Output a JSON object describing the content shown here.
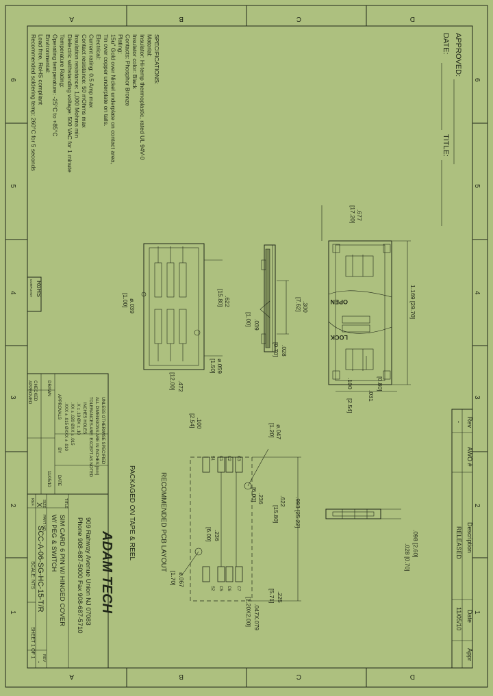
{
  "border": {
    "top_cols": [
      "A",
      "B",
      "C",
      "D"
    ],
    "bottom_cols": [
      "A",
      "B",
      "C",
      "D"
    ],
    "left_rows": [
      "6",
      "5",
      "4",
      "3",
      "2",
      "1"
    ],
    "right_rows": [
      "6",
      "5",
      "4",
      "3",
      "2",
      "1"
    ]
  },
  "approval": {
    "approved": "APPROVED:",
    "date": "DATE:",
    "title": "TITLE:"
  },
  "revision": {
    "headers": [
      "Rev",
      "AWO #",
      "Description",
      "Date",
      "Appr"
    ],
    "row": [
      "-",
      "",
      "RELEASED",
      "11/05/10",
      ""
    ]
  },
  "specs": [
    "SPECIFICATIONS:",
    "Material:",
    "Insulator: Hi-temp thermoplastic, rated UL 94V-0",
    "Insulator color: Black",
    "Contacts: Phosphor Bronze",
    "Plating:",
    "15u\" Gold over Nickel underplate on contact area,",
    "Tin over copper underplate on tails.",
    "Electrical:",
    "Current rating: 0.5 Amp max",
    "Contact resistance: 50 mOhms max",
    "Insulation resistance: 1,000 Mohms min",
    "Dielectric withstanding voltage: 500 VAC for 1 minute",
    "Temperature Rating:",
    "Operating temperature: -25°C to +85°C",
    "Environmental:",
    "Lead free, RoHS compliant",
    "Recommended soldering temp: 260°C for 5 seconds"
  ],
  "rohs": {
    "line1": "RoHS",
    "line2": "COMPLIANT"
  },
  "dims": {
    "d1169": "1.169 [29.70]",
    "d677": ".677",
    "d677m": "[17.20]",
    "d031": ".031",
    "d031m": "[0.80]",
    "d100": ".100",
    "d100m": "[2.54]",
    "d300": ".300",
    "d300m": "[7.62]",
    "d039": ".039",
    "d039m": "[1.00]",
    "d028": ".028",
    "d028m": "[0.70]",
    "d622": ".622",
    "d622m": "[15.80]",
    "d472": ".472",
    "d472m": "[12.00]",
    "dp039": "ø.039",
    "dp039m": "[1.00]",
    "dp059": "ø.059",
    "dp059m": "[1.50]",
    "lblOpen": "OPEN",
    "lblLock": "LOCK",
    "p100": ".100",
    "p100m": "[2.54]",
    "p047": "ø.047",
    "p047m": "[1.20]",
    "p622": ".622",
    "p622m": "[15.80]",
    "p993": ".993 [25.22]",
    "p236a": ".236",
    "p236am": "[6.00]",
    "p236b": ".236",
    "p236bm": "[6.00]",
    "p067": "ø.067",
    "p067m": "[1.70]",
    "p225": ".225",
    "p225m": "[5.71]",
    "p047x": ".047X.079",
    "p047xm": "[1.20X2.00]",
    "p098": ".098 [2.60]",
    "p028": ".028 [0.70]",
    "pads_top": [
      "S1",
      "C1",
      "C2",
      "C3"
    ],
    "pads_bot": [
      "S2",
      "C5",
      "C6",
      "C7"
    ]
  },
  "notes": {
    "pcb": "RECOMMENDED PCB LAYOUT",
    "pack": "PACKAGED ON TAPE & REEL"
  },
  "tolerance": {
    "l1": "UNLESS OTHERWISE SPECIFIED",
    "l2": "ALL DIMENSIONS ARE IN INCHES [mm]",
    "l3": "TOLERANCES ARE: EXCEPT AS NOTED",
    "l4": "INCHES                    HOLES",
    "l5": ".X    ± .10         ØX    ± .10",
    "l6": ".XX   ± .020        ØXX   ± .015",
    "l7": ".XXX  ± .015        ØXXX  ± .010"
  },
  "approvals": {
    "header": "APPROVALS",
    "by": "BY",
    "date_h": "DATE",
    "drawn": "DRAWN",
    "checked": "CHECKED",
    "approved": "APPROVED",
    "drawn_date": "11/05/10"
  },
  "company": {
    "name": "ADAM TECH",
    "address": "909 Rahway Avenue Union NJ 07083",
    "phone": "Phone 908-687-5000 Fax 908-687-5710",
    "title_label": "TITLE",
    "title1": "SIM CARD 6 PIN W/ HINGED COVER",
    "title2": "W/ PEG & SWITCH",
    "size_label": "SIZE",
    "size": "X",
    "part_label": "PART NO.",
    "part": "SCC-A-06-SG-HC-15-T/R",
    "rev_label": "REV",
    "rev": "-",
    "scale": "SCALE: NTS",
    "sheet": "SHEET 1 OF 1",
    "footer": "REF."
  }
}
